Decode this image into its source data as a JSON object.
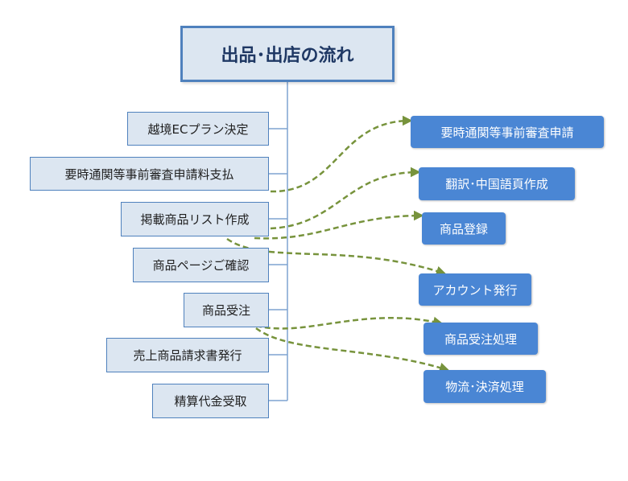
{
  "title": "出品･出店の流れ",
  "steps": [
    "越境ECプラン決定",
    "要時通関等事前審査申請料支払",
    "掲載商品リスト作成",
    "商品ページご確認",
    "商品受注",
    "売上商品請求書発行",
    "精算代金受取"
  ],
  "actions": [
    "要時通関等事前審査申請",
    "翻訳･中国語頁作成",
    "商品登録",
    "アカウント発行",
    "商品受注処理",
    "物流･決済処理"
  ],
  "colors": {
    "box_fill": "#dce6f1",
    "box_border": "#4f81bd",
    "action_fill": "#4a86d4",
    "arrow": "#77933c"
  }
}
